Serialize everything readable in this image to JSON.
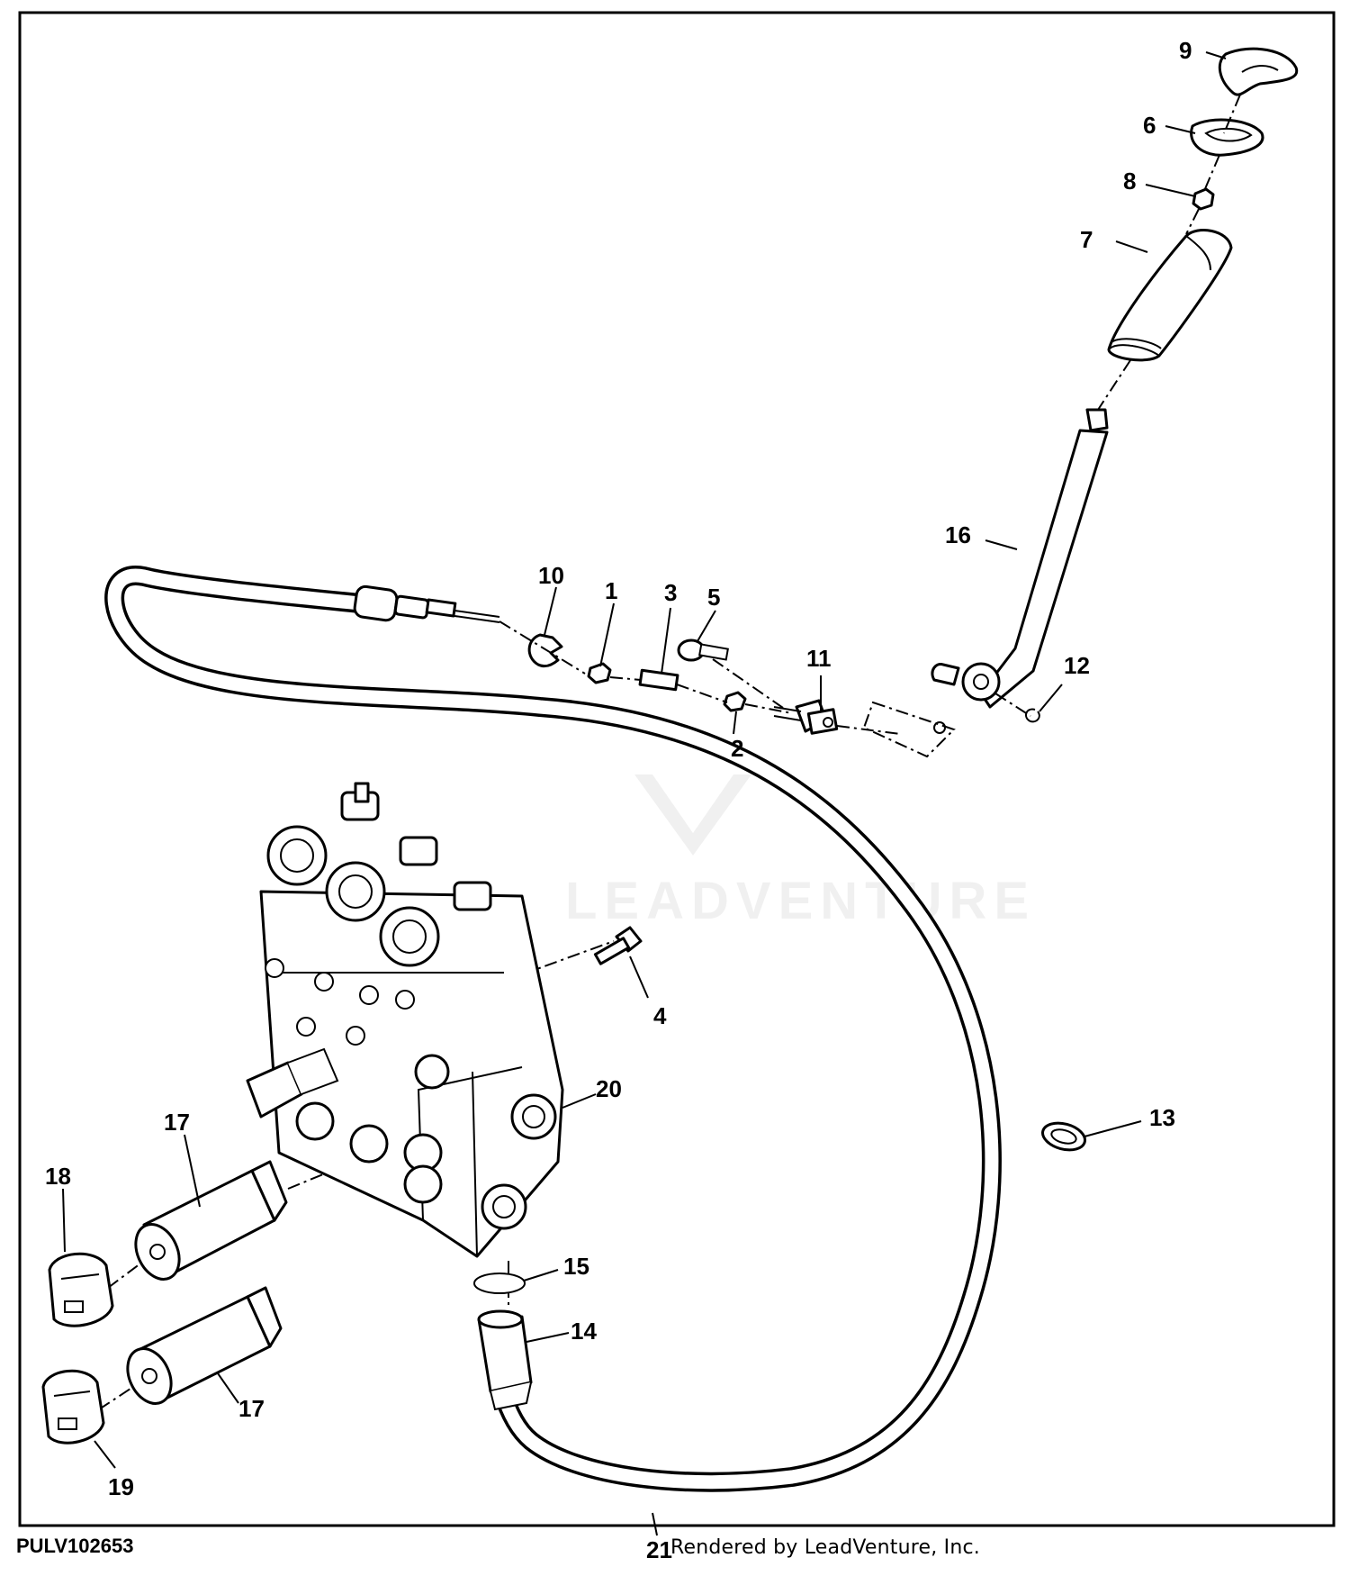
{
  "callouts": {
    "c1": "1",
    "c2": "2",
    "c3": "3",
    "c4": "4",
    "c5": "5",
    "c6": "6",
    "c7": "7",
    "c8": "8",
    "c9": "9",
    "c10": "10",
    "c11": "11",
    "c12": "12",
    "c13": "13",
    "c14": "14",
    "c15": "15",
    "c16": "16",
    "c17a": "17",
    "c17b": "17",
    "c18": "18",
    "c19": "19",
    "c20": "20",
    "c21": "21"
  },
  "footer": {
    "figure_code": "PULV102653",
    "rendered_by": "Rendered by LeadVenture, Inc."
  },
  "watermark": {
    "text": "LEADVENTURE"
  }
}
